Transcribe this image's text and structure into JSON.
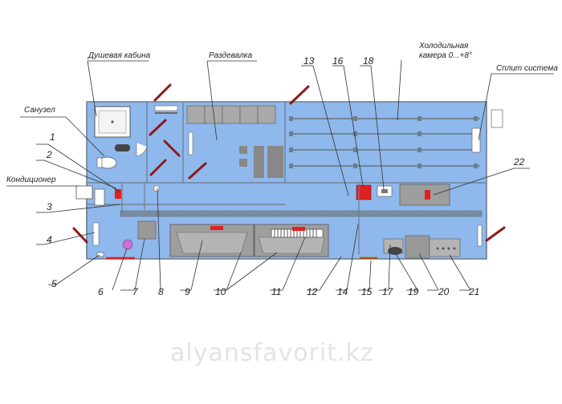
{
  "labels": {
    "shower": "Душевая кабина",
    "locker": "Раздевалка",
    "sanuzel": "Санузел",
    "conditioner": "Кондиционер",
    "cold_room_line1": "Холодильная",
    "cold_room_line2": "камера 0...+8°",
    "split": "Сплит система"
  },
  "numbers": [
    "1",
    "2",
    "3",
    "4",
    "5",
    "6",
    "7",
    "8",
    "9",
    "10",
    "11",
    "12",
    "13",
    "14",
    "15",
    "16",
    "17",
    "18",
    "19",
    "20",
    "21",
    "22"
  ],
  "watermark": "alyansfavorit.kz",
  "colors": {
    "floor": "#8fb8ec",
    "wall": "#6b7a8a",
    "equipment": "#9a9a9a",
    "accent_red": "#e02020",
    "door_marker": "#8b1a1a"
  }
}
